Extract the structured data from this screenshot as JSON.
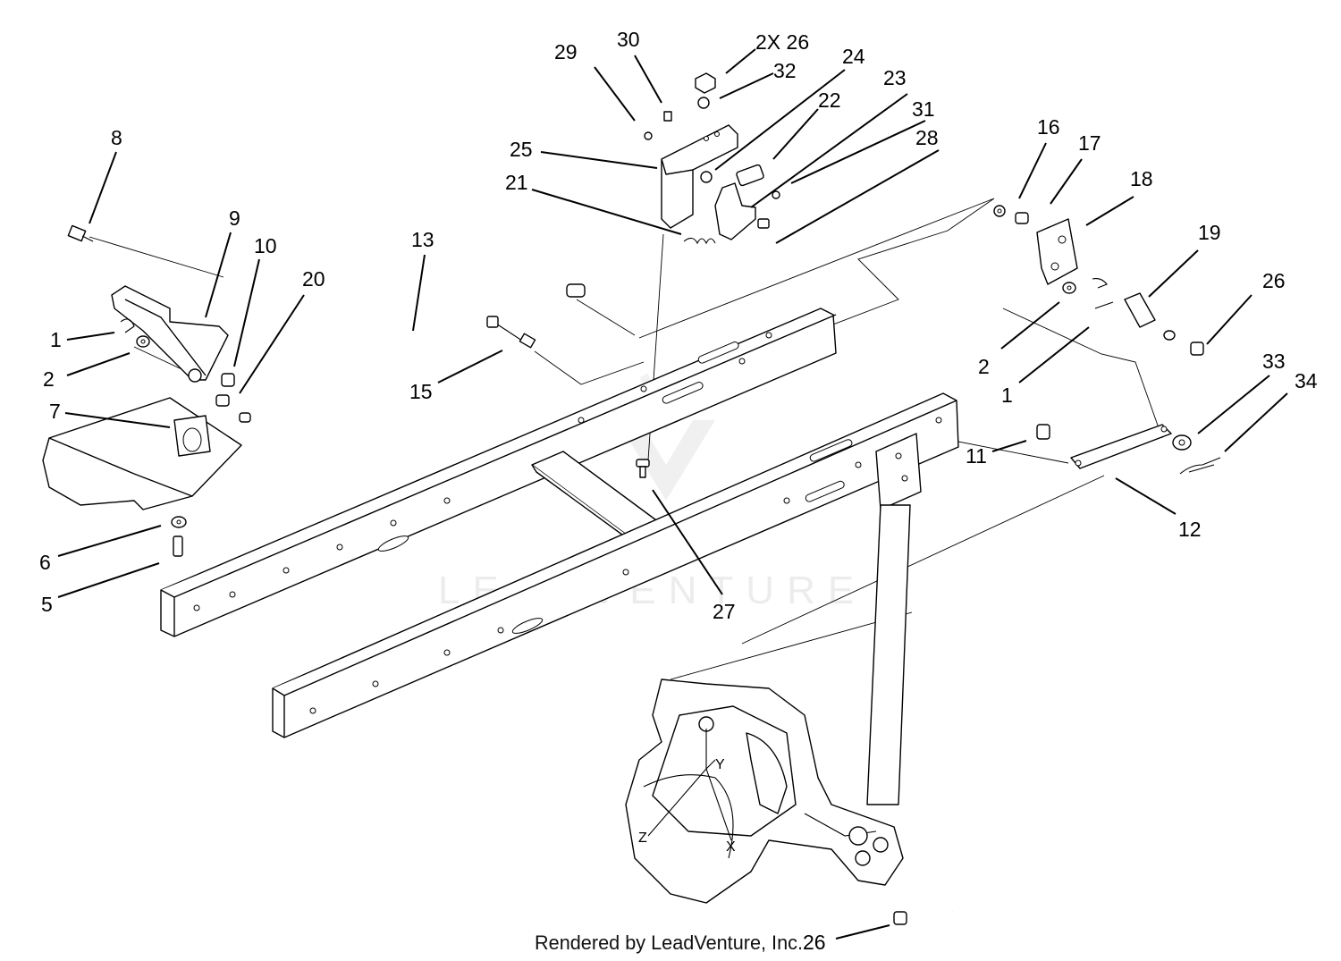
{
  "callouts": [
    {
      "label": "8"
    },
    {
      "label": "9"
    },
    {
      "label": "10"
    },
    {
      "label": "20"
    },
    {
      "label": "1"
    },
    {
      "label": "2"
    },
    {
      "label": "7"
    },
    {
      "label": "6"
    },
    {
      "label": "5"
    },
    {
      "label": "13"
    },
    {
      "label": "15"
    },
    {
      "label": "29"
    },
    {
      "label": "30"
    },
    {
      "label": "2X 26"
    },
    {
      "label": "32"
    },
    {
      "label": "24"
    },
    {
      "label": "25"
    },
    {
      "label": "22"
    },
    {
      "label": "23"
    },
    {
      "label": "31"
    },
    {
      "label": "28"
    },
    {
      "label": "21"
    },
    {
      "label": "27"
    },
    {
      "label": "16"
    },
    {
      "label": "17"
    },
    {
      "label": "18"
    },
    {
      "label": "19"
    },
    {
      "label": "26"
    },
    {
      "label": "2"
    },
    {
      "label": "1"
    },
    {
      "label": "33"
    },
    {
      "label": "34"
    },
    {
      "label": "11"
    },
    {
      "label": "12"
    },
    {
      "label": "26"
    }
  ],
  "axes": {
    "x": "X",
    "y": "Y",
    "z": "Z"
  },
  "credit": "Rendered by LeadVenture, Inc.",
  "watermark": "LEADVENTURE",
  "colors": {
    "ink": "#000000",
    "paper": "#ffffff"
  }
}
